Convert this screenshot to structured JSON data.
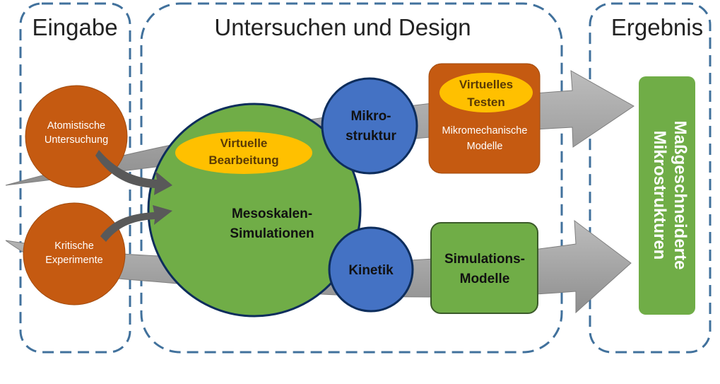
{
  "panels": {
    "input": "Eingabe",
    "design": "Untersuchen und Design",
    "result": "Ergebnis"
  },
  "nodes": {
    "atomistic_1": "Atomistische",
    "atomistic_2": "Untersuchung",
    "critical_1": "Kritische",
    "critical_2": "Experimente",
    "virtual_processing_1": "Virtuelle",
    "virtual_processing_2": "Bearbeitung",
    "mesoscale_1": "Mesoskalen-",
    "mesoscale_2": "Simulationen",
    "microstructure_1": "Mikro-",
    "microstructure_2": "struktur",
    "kinetics": "Kinetik",
    "virtual_testing_1": "Virtuelles",
    "virtual_testing_2": "Testen",
    "micromechanical_1": "Mikromechanische",
    "micromechanical_2": "Modelle",
    "simulation_models_1": "Simulations-",
    "simulation_models_2": "Modelle",
    "tailored_1": "Maßgeschneiderte",
    "tailored_2": "Mikrostrukturen"
  },
  "colors": {
    "orange": "#c55a11",
    "green": "#70ad47",
    "blue": "#4472c4",
    "yellow": "#ffc000",
    "dashed_border": "#41719c",
    "arrow_gray": "#a6a6a6"
  }
}
